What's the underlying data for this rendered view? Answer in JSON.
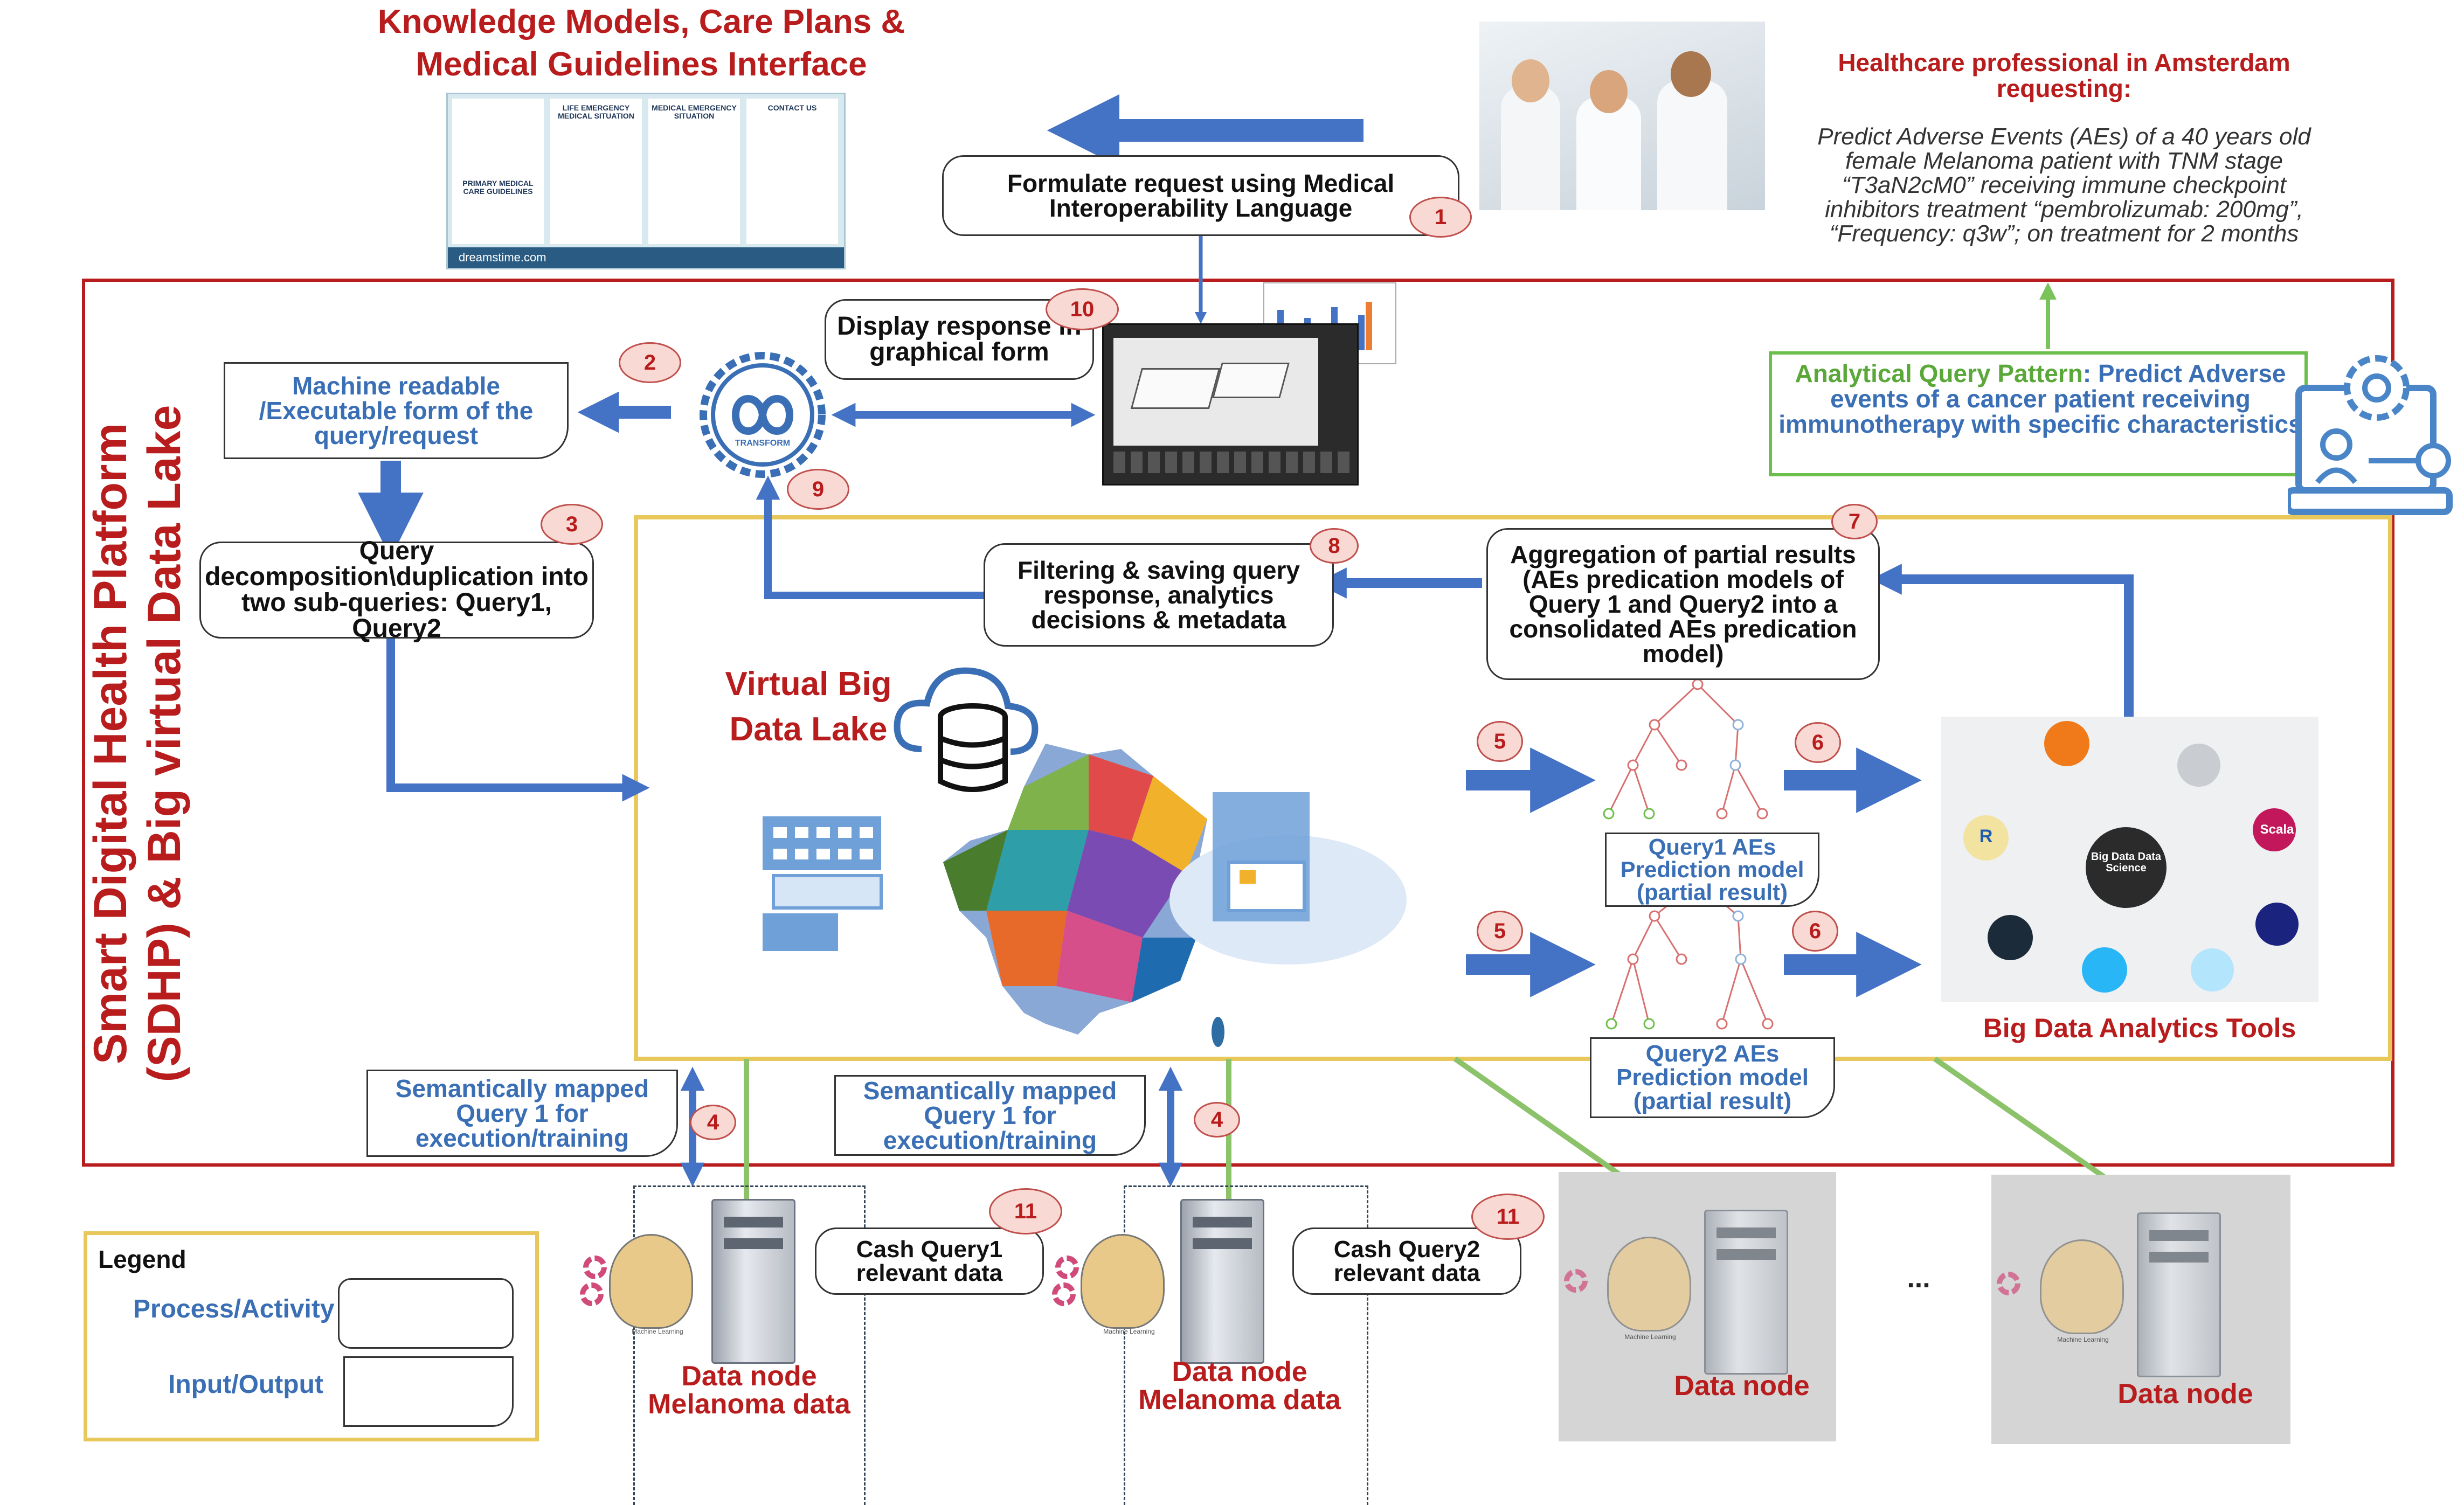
{
  "guidelines_title": [
    "Knowledge Models, Care Plans &",
    "Medical Guidelines Interface"
  ],
  "guidelines_panels": [
    "LIFE EMERGENCY MEDICAL SITUATION",
    "MEDICAL EMERGENCY SITUATION",
    "CONTACT US",
    "PRIMARY MEDICAL CARE GUIDELINES"
  ],
  "guidelines_footer": "dreamstime.com",
  "step1_box": "Formulate request using Medical Interoperability Language",
  "healthcare_title": "Healthcare professional in Amsterdam requesting:",
  "healthcare_request": "Predict Adverse Events (AEs) of a 40 years old female Melanoma patient with TNM stage “T3aN2cM0” receiving immune checkpoint inhibitors treatment “pembrolizumab: 200mg”, “Frequency: q3w”; on treatment for 2 months",
  "platform_label": [
    "Smart Digital Health Platform",
    "(SDHP) & Big virtual Data Lake"
  ],
  "machine_readable_box": "Machine readable /Executable form of the query/request",
  "display_response_box": "Display response in graphical form",
  "transform_label": "TRANSFORM",
  "analytical_pattern_prefix": "Analytical Query Pattern",
  "analytical_pattern_text": ": Predict Adverse events of a cancer patient receiving immunotherapy with specific characteristics",
  "decomposition_box": "Query decomposition\\duplication into two sub-queries: Query1, Query2",
  "filtering_box": "Filtering & saving query response, analytics decisions & metadata",
  "aggregation_box": "Aggregation of partial results (AEs predication models of Query 1 and Query2 into a consolidated AEs predication model)",
  "virtual_lake_label": [
    "Virtual Big",
    "Data Lake"
  ],
  "query1_model": "Query1 AEs Prediction model (partial result)",
  "query2_model": "Query2 AEs Prediction model (partial result)",
  "big_data_tools_label": "Big Data Analytics Tools",
  "big_data_center": "Big Data Data Science",
  "tool_r": "R",
  "tool_scala": "Scala",
  "semantic_box_1": "Semantically mapped Query 1 for execution/training",
  "semantic_box_2": "Semantically mapped Query 1 for execution/training",
  "cash_query1": "Cash Query1 relevant data",
  "cash_query2": "Cash Query2 relevant data",
  "data_node_melanoma_1": [
    "Data node",
    "Melanoma data"
  ],
  "data_node_melanoma_2": [
    "Data node",
    "Melanoma data"
  ],
  "data_node_3": "Data node",
  "data_node_4": "Data node",
  "machine_learning_caption": "Machine Learning",
  "ellipsis": "...",
  "legend_title": "Legend",
  "legend_process": "Process/Activity",
  "legend_io": "Input/Output",
  "badges": {
    "b1": "1",
    "b2": "2",
    "b3": "3",
    "b4a": "4",
    "b4b": "4",
    "b5a": "5",
    "b5b": "5",
    "b6a": "6",
    "b6b": "6",
    "b7": "7",
    "b8": "8",
    "b9": "9",
    "b10": "10",
    "b11a": "11",
    "b11b": "11"
  },
  "colors": {
    "platform_border": "#b81c1c",
    "lake_border": "#e8c85a",
    "pattern_border": "#6cbf4a",
    "arrow": "#4472c4",
    "title_red": "#b81c1c",
    "label_blue": "#3a6fb5"
  }
}
